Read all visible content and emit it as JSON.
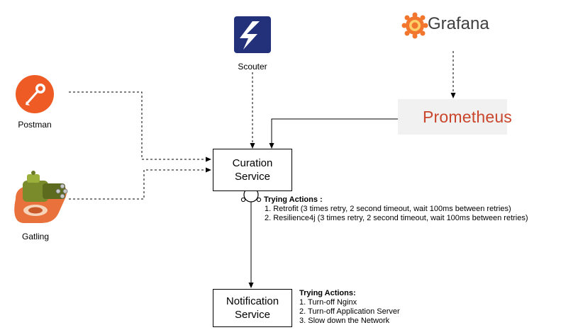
{
  "nodes": {
    "grafana": {
      "name": "Grafana"
    },
    "scouter": {
      "label": "Scouter"
    },
    "prometheus": {
      "name": "Prometheus"
    },
    "postman": {
      "label": "Postman"
    },
    "gatling": {
      "label": "Gatling"
    },
    "curation": {
      "line1": "Curation",
      "line2": "Service"
    },
    "notification": {
      "line1": "Notification",
      "line2": "Service"
    }
  },
  "notes": {
    "curation_actions": {
      "heading": "Trying Actions :",
      "items": [
        "1. Retrofit (3 times retry, 2 second timeout, wait 100ms between retries)",
        "2. Resilience4j (3 times retry, 2 second timeout, wait 100ms between retries)"
      ]
    },
    "notification_actions": {
      "heading": "Trying Actions:",
      "items": [
        "1. Turn-off Nginx",
        "2. Turn-off Application Server",
        "3. Slow down the Network"
      ]
    }
  },
  "colors": {
    "postman_orange": "#ef5b25",
    "gatling_orange": "#e8713c",
    "gatling_green": "#7a8b2c",
    "scouter_blue": "#23317b",
    "grafana_orange": "#f2762e",
    "prometheus_red": "#e6522c"
  }
}
